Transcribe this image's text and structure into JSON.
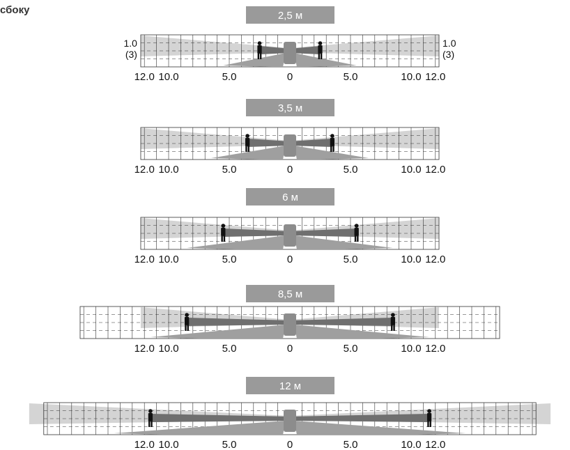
{
  "page": {
    "title": "сбоку"
  },
  "colors": {
    "badge": "#9a9a9a",
    "badge_text": "#ffffff",
    "sensor": "#8c8c8c",
    "beam_dark": "#6f6f6f",
    "beam_medium": "#9f9f9f",
    "field_light": "#d4d4d4",
    "grid_line": "#333333",
    "person": "#111111"
  },
  "diagram": {
    "type": "sensor-detection-range-side-view",
    "panels": [
      {
        "height_label": "2,5 м",
        "person_distance": 2.5,
        "x_ticks": [
          "12.0",
          "10.0",
          "5.0",
          "0",
          "5.0",
          "10.0",
          "12.0"
        ],
        "side_label_top": "1.0",
        "side_label_bottom": "(3)"
      },
      {
        "height_label": "3,5 м",
        "person_distance": 3.5,
        "x_ticks": [
          "12.0",
          "10.0",
          "5.0",
          "0",
          "5.0",
          "10.0",
          "12.0"
        ]
      },
      {
        "height_label": "6 м",
        "person_distance": 5.5,
        "x_ticks": [
          "12.0",
          "10.0",
          "5.0",
          "0",
          "5.0",
          "10.0",
          "12.0"
        ]
      },
      {
        "height_label": "8,5 м",
        "person_distance": 8.5,
        "x_ticks": [
          "12.0",
          "10.0",
          "5.0",
          "0",
          "5.0",
          "10.0",
          "12.0"
        ]
      },
      {
        "height_label": "12 м",
        "person_distance": 11.5,
        "x_ticks": [
          "12.0",
          "10.0",
          "5.0",
          "0",
          "5.0",
          "10.0",
          "12.0"
        ]
      }
    ]
  }
}
